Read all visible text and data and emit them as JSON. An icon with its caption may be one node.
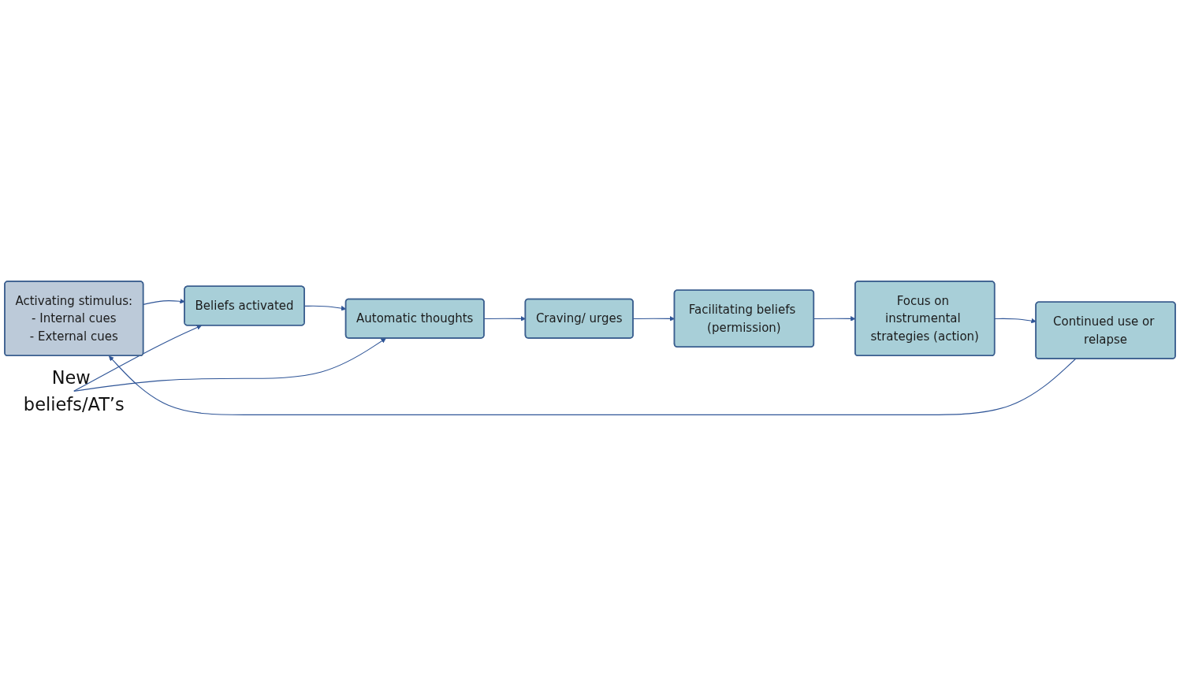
{
  "diagram": {
    "nodes": [
      {
        "text": [
          "Activating stimulus:",
          "- Internal cues",
          "- External cues"
        ]
      },
      {
        "text": [
          "Beliefs activated"
        ]
      },
      {
        "text": [
          "Automatic thoughts"
        ]
      },
      {
        "text": [
          "Craving/ urges"
        ]
      },
      {
        "text": [
          "Facilitating beliefs (permission)"
        ]
      },
      {
        "text": [
          "Focus on instrumental strategies (action)"
        ]
      },
      {
        "text": [
          "Continued use or relapse"
        ]
      },
      {
        "text": [
          "New beliefs/AT’s"
        ]
      }
    ],
    "edges": [
      {
        "from": 0,
        "to": 1,
        "arrow": "to"
      },
      {
        "from": 1,
        "to": 2,
        "arrow": "to"
      },
      {
        "from": 2,
        "to": 3,
        "arrow": "to"
      },
      {
        "from": 3,
        "to": 4,
        "arrow": "to"
      },
      {
        "from": 4,
        "to": 5,
        "arrow": "to"
      },
      {
        "from": 5,
        "to": 6,
        "arrow": "to"
      },
      {
        "from": 6,
        "to": 0,
        "arrow": "to"
      },
      {
        "from": 7,
        "to": 1,
        "arrow": "to"
      },
      {
        "from": 7,
        "to": 2,
        "arrow": "to"
      }
    ]
  }
}
